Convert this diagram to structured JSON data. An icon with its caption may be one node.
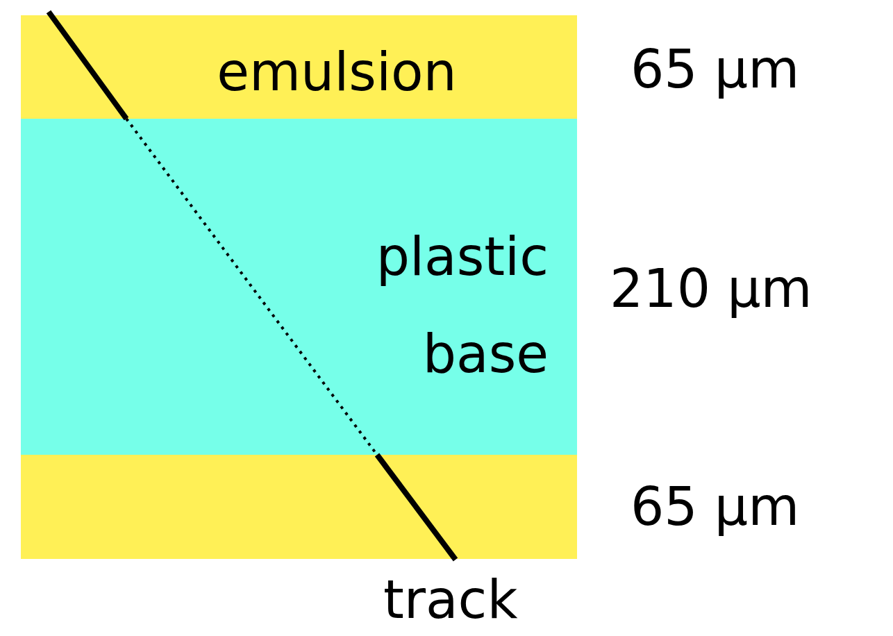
{
  "diagram": {
    "nodes": [
      {
        "text": [
          "emulsion"
        ]
      },
      {
        "text": [
          "plastic base"
        ]
      },
      {
        "text": [],
        "shape": "box"
      }
    ],
    "edges": [],
    "labels": [
      "65 μm",
      "210 μm",
      "65 μm",
      "track"
    ]
  }
}
